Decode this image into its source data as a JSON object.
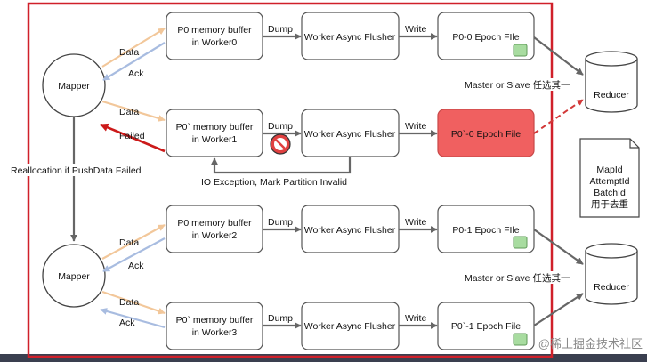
{
  "colors": {
    "frame_border": "#d0202a",
    "failed_box": "#f06060",
    "failed_arrow": "#cc1a1a",
    "data_arrow": "#f2c79a",
    "ack_arrow": "#a8bce0",
    "file_marker": "#a8dca0"
  },
  "icons": [
    "no-entry-icon"
  ],
  "mapper_label": "Mapper",
  "reducer_label": "Reducer",
  "edge_labels": {
    "data": "Data",
    "ack": "Ack",
    "failed": "Failed",
    "dump": "Dump",
    "write": "Write"
  },
  "rows": [
    {
      "buffer_line1": "P0 memory buffer",
      "buffer_line2": "in Worker0",
      "flusher": "Worker Async Flusher",
      "file": "P0-0 Epoch FIle"
    },
    {
      "buffer_line1": "P0` memory buffer",
      "buffer_line2": "in Worker1",
      "flusher": "Worker Async Flusher",
      "file": "P0`-0 Epoch File"
    },
    {
      "buffer_line1": "P0 memory buffer",
      "buffer_line2": "in Worker2",
      "flusher": "Worker Async Flusher",
      "file": "P0-1 Epoch FIle"
    },
    {
      "buffer_line1": "P0` memory buffer",
      "buffer_line2": "in Worker3",
      "flusher": "Worker Async Flusher",
      "file": "P0`-1 Epoch File"
    }
  ],
  "reallocation_label": "Reallocation if PushData Failed",
  "io_exception_label": "IO Exception, Mark Partition Invalid",
  "master_slave_label": "Master or Slave 任选其一",
  "note_lines": [
    "MapId",
    "AttemptId",
    "BatchId",
    "用于去重"
  ],
  "watermark": "@稀土掘金技术社区"
}
